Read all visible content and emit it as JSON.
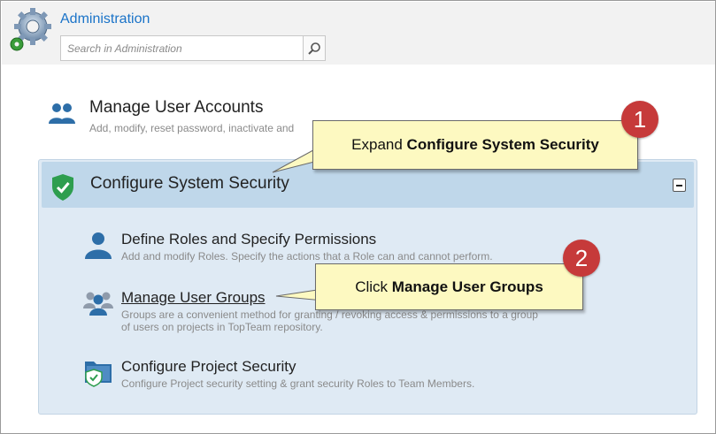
{
  "header": {
    "title": "Administration",
    "icon": "admin-gears-icon",
    "search": {
      "placeholder": "Search in Administration",
      "value": "",
      "icon": "magnifier-icon"
    }
  },
  "items": {
    "manage_accounts": {
      "title": "Manage User Accounts",
      "description": "Add, modify, reset password, inactivate and",
      "icon": "users-icon"
    },
    "configure_security": {
      "title": "Configure System Security",
      "icon": "shield-check-icon",
      "expanded": true,
      "collapse_symbol": "minus",
      "sub_items": [
        {
          "title": "Define Roles and Specify Permissions",
          "description": "Add and modify Roles. Specify the actions that a Role can and cannot perform.",
          "icon": "user-icon"
        },
        {
          "title": "Manage User Groups",
          "description": "Groups are a convenient method for granting / revoking access & permissions to a group of users on projects in TopTeam repository.",
          "icon": "user-group-icon"
        },
        {
          "title": "Configure Project Security",
          "description": "Configure Project security setting & grant security Roles to Team Members.",
          "icon": "folder-shield-icon"
        }
      ]
    }
  },
  "callouts": [
    {
      "step": "1",
      "prefix": "Expand ",
      "bold": "Configure System Security"
    },
    {
      "step": "2",
      "prefix": "Click ",
      "bold": "Manage User Groups"
    }
  ],
  "colors": {
    "title_blue": "#1a73c8",
    "panel_bg": "#dfeaf4",
    "panel_header_bg": "#bfd7ea",
    "callout_bg": "#fdf9c1",
    "badge_red": "#c63a3a",
    "shield_green": "#2e9e4f",
    "icon_blue": "#2d6ea8"
  }
}
